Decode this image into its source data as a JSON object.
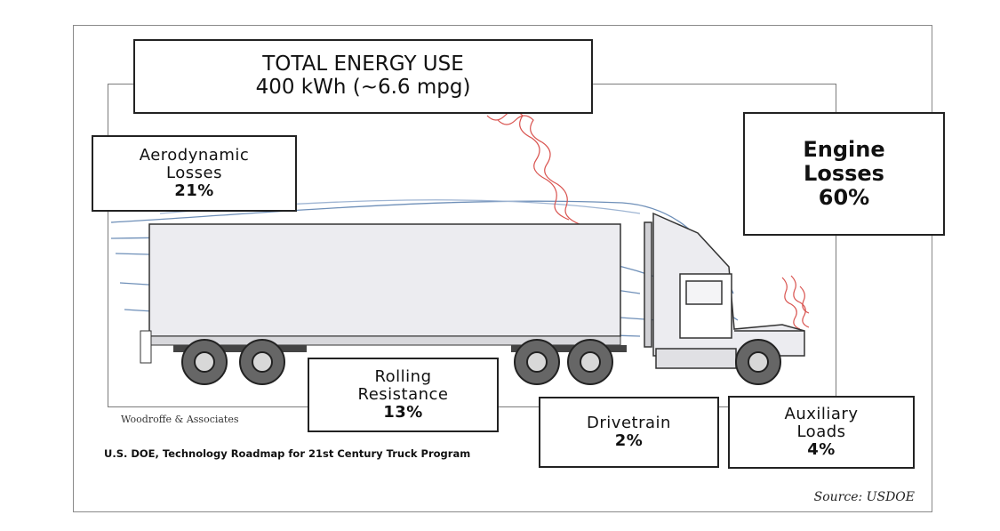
{
  "total": {
    "line1": "TOTAL ENERGY USE",
    "line2": "400 kWh (~6.6 mpg)"
  },
  "aerodynamic": {
    "line1": "Aerodynamic",
    "line2": "Losses",
    "percent": "21%"
  },
  "engine": {
    "line1": "Engine",
    "line2": "Losses",
    "percent": "60%"
  },
  "rolling": {
    "line1": "Rolling",
    "line2": "Resistance",
    "percent": "13%"
  },
  "drivetrain": {
    "line1": "Drivetrain",
    "percent": "2%"
  },
  "auxiliary": {
    "line1": "Auxiliary",
    "line2": "Loads",
    "percent": "4%"
  },
  "credit": "Woodroffe & Associates",
  "citation": "U.S. DOE, Technology Roadmap for 21st Century Truck Program",
  "source": "Source: USDOE",
  "colors": {
    "airflow": "#6e8fb8",
    "heat": "#d9534f",
    "trailer": "#ececf0",
    "tire": "#666666"
  }
}
